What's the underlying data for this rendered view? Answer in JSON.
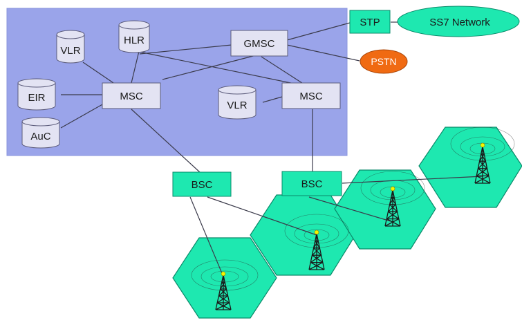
{
  "colors": {
    "core_region": "#9aa4ea",
    "node_fill": "#e3e3f3",
    "node_stroke": "#5b5b7a",
    "green": "#1ee8b0",
    "green_dark": "#0a8a6a",
    "pstn": "#f06a12",
    "line": "#3a3a4a",
    "tower": "#1a1a1a",
    "tower_tip": "#f5f500",
    "ring": "#2a2a2a"
  },
  "nodes": {
    "vlr_left": "VLR",
    "hlr": "HLR",
    "gmsc": "GMSC",
    "stp": "STP",
    "ss7": "SS7 Network",
    "pstn": "PSTN",
    "eir": "EIR",
    "msc_left": "MSC",
    "auc": "AuC",
    "vlr_right": "VLR",
    "msc_right": "MSC",
    "bsc_left": "BSC",
    "bsc_right": "BSC"
  }
}
